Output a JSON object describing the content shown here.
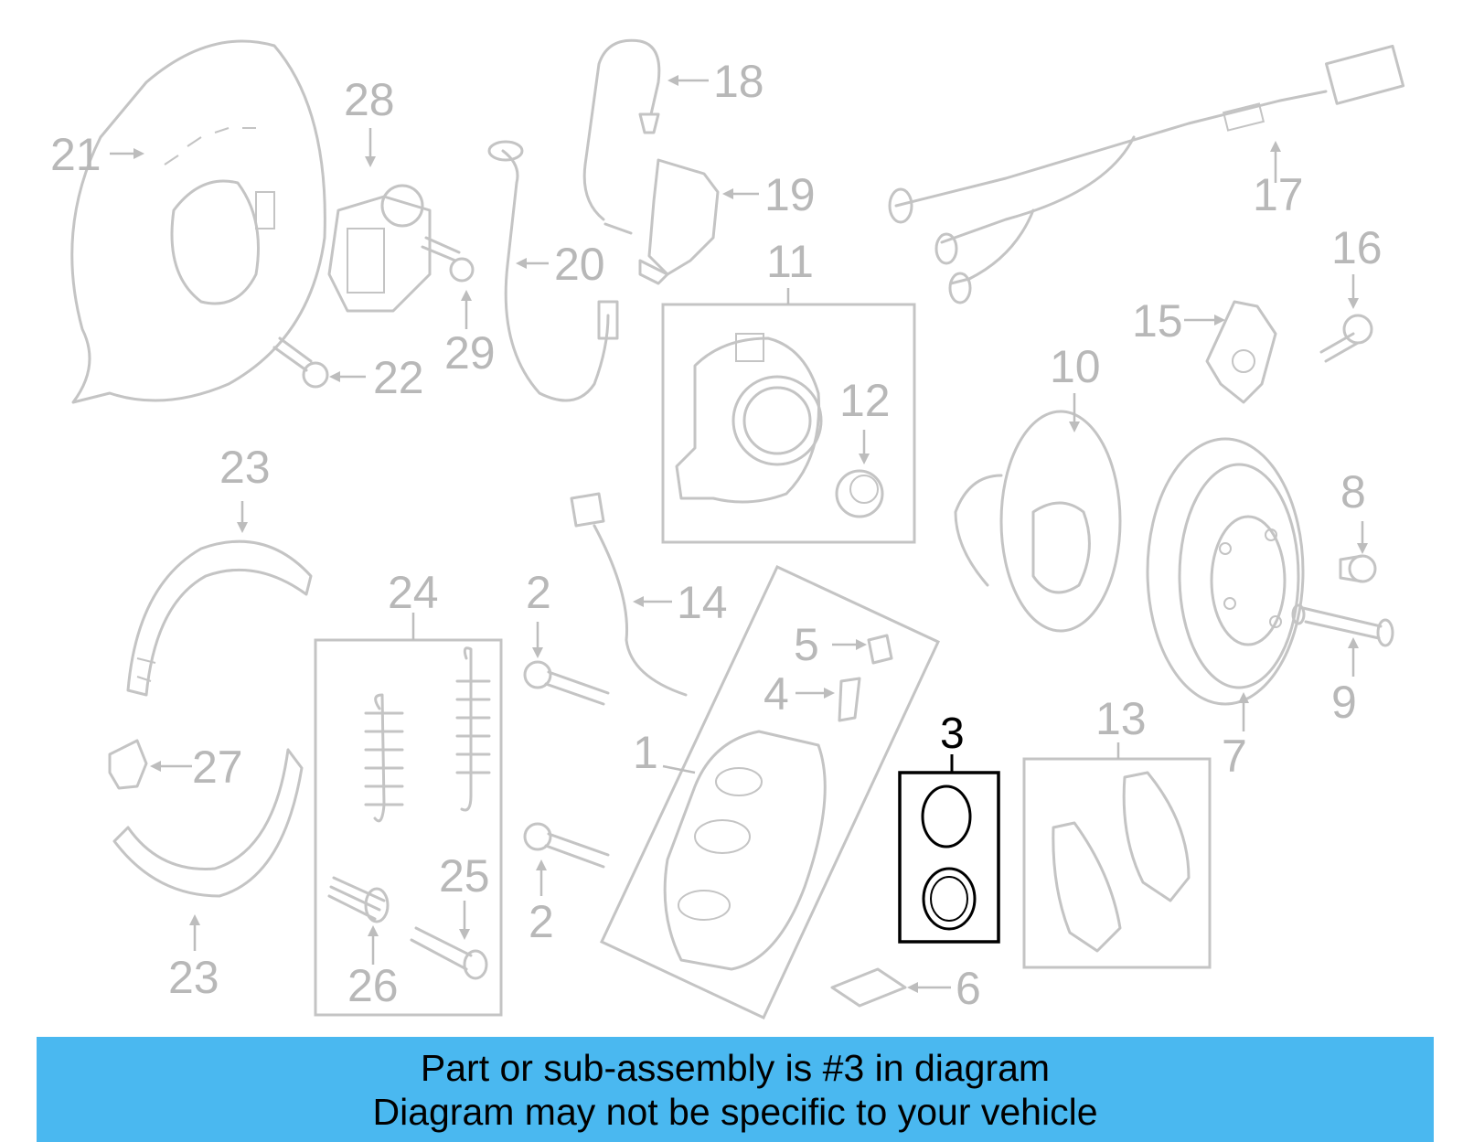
{
  "diagram": {
    "labels": {
      "n1": "1",
      "n2a": "2",
      "n2b": "2",
      "n3": "3",
      "n4": "4",
      "n5": "5",
      "n6": "6",
      "n7": "7",
      "n8": "8",
      "n9": "9",
      "n10": "10",
      "n11": "11",
      "n12": "12",
      "n13": "13",
      "n14": "14",
      "n15": "15",
      "n16": "16",
      "n17": "17",
      "n18": "18",
      "n19": "19",
      "n20": "20",
      "n21": "21",
      "n22": "22",
      "n23a": "23",
      "n23b": "23",
      "n24": "24",
      "n25": "25",
      "n26": "26",
      "n27": "27",
      "n28": "28",
      "n29": "29"
    },
    "highlighted_part": "3"
  },
  "banner": {
    "line1": "Part or sub-assembly is #3 in diagram",
    "line2": "Diagram may not be specific to your vehicle"
  },
  "colors": {
    "banner_bg": "#4ab8f0",
    "faded_part": "#c4c4c4",
    "highlight": "#000000"
  }
}
